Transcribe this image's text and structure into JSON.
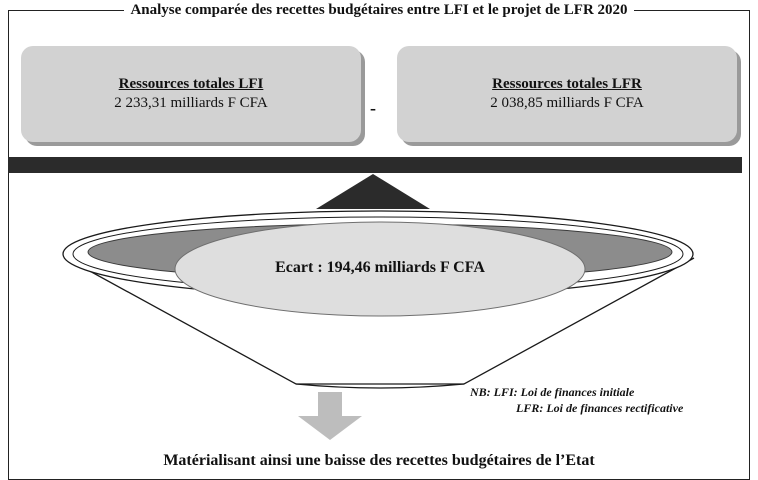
{
  "title": "Analyse comparée des recettes budgétaires entre LFI et le projet de LFR 2020",
  "left_box": {
    "label": "Ressources totales LFI",
    "value": "2 233,31 milliards F CFA"
  },
  "operator": "-",
  "right_box": {
    "label": "Ressources totales LFR",
    "value": "2 038,85 milliards F CFA"
  },
  "ecart": "Ecart : 194,46 milliards F CFA",
  "note": {
    "line1": "NB: LFI: Loi de finances initiale",
    "line2": "LFR: Loi de finances rectificative"
  },
  "footer": "Matérialisant ainsi une baisse des recettes budgétaires de l’Etat",
  "colors": {
    "box_fill": "#d2d2d2",
    "bar": "#2b2b2b",
    "funnel_ring": "#8c8c8c",
    "funnel_inner": "#dedede",
    "arrow": "#bdbdbd"
  }
}
